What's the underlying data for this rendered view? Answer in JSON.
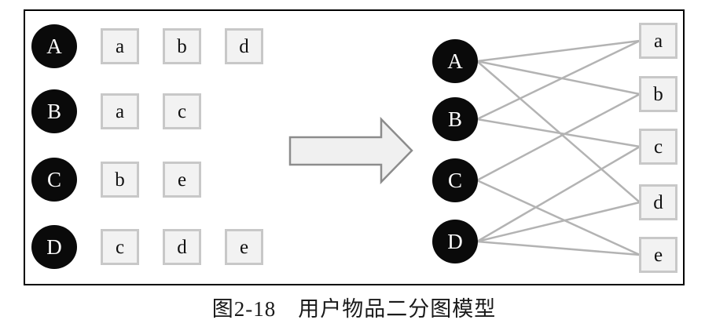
{
  "caption": "图2-18　用户物品二分图模型",
  "colors": {
    "user_node_fill": "#0a0a0a",
    "user_node_text": "#ffffff",
    "item_node_fill": "#f2f2f2",
    "item_node_border": "#c8c8c8",
    "item_node_text": "#111111",
    "edge": "#b3b3b3",
    "arrow_fill": "#f0f0f0",
    "arrow_border": "#8c8c8c",
    "frame_border": "#000000"
  },
  "left_panel": {
    "rows": [
      {
        "user": "A",
        "items": [
          "a",
          "b",
          "d"
        ]
      },
      {
        "user": "B",
        "items": [
          "a",
          "c"
        ]
      },
      {
        "user": "C",
        "items": [
          "b",
          "e"
        ]
      },
      {
        "user": "D",
        "items": [
          "c",
          "d",
          "e"
        ]
      }
    ]
  },
  "right_panel": {
    "users": [
      "A",
      "B",
      "C",
      "D"
    ],
    "items": [
      "a",
      "b",
      "c",
      "d",
      "e"
    ],
    "edges": [
      [
        "A",
        "a"
      ],
      [
        "A",
        "b"
      ],
      [
        "A",
        "d"
      ],
      [
        "B",
        "a"
      ],
      [
        "B",
        "c"
      ],
      [
        "C",
        "b"
      ],
      [
        "C",
        "e"
      ],
      [
        "D",
        "c"
      ],
      [
        "D",
        "d"
      ],
      [
        "D",
        "e"
      ]
    ]
  }
}
